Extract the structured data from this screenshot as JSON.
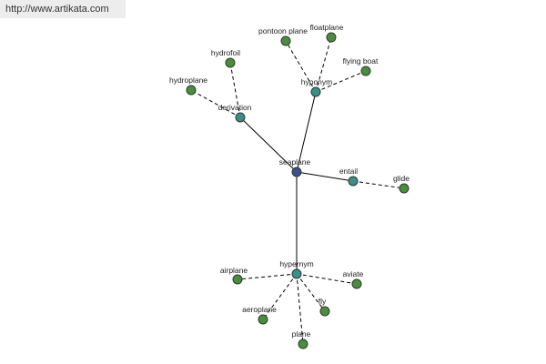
{
  "watermark": {
    "url_text": "http://www.artikata.com"
  },
  "colors": {
    "center_node": "#3d4f8f",
    "relation_node": "#3d8d8d",
    "leaf_node": "#4c8c3f",
    "edge": "#000000"
  },
  "graph": {
    "center": {
      "id": "seaplane",
      "label": "seaplane"
    },
    "relations": [
      {
        "id": "hyponym",
        "label": "hyponym"
      },
      {
        "id": "derivation",
        "label": "derivation"
      },
      {
        "id": "entail",
        "label": "entail"
      },
      {
        "id": "hypernym",
        "label": "hypernym"
      }
    ],
    "leaves": [
      {
        "id": "pontoon-plane",
        "label": "pontoon plane",
        "relation": "hyponym"
      },
      {
        "id": "floatplane",
        "label": "floatplane",
        "relation": "hyponym"
      },
      {
        "id": "flying-boat",
        "label": "flying boat",
        "relation": "hyponym"
      },
      {
        "id": "hydrofoil",
        "label": "hydrofoil",
        "relation": "derivation"
      },
      {
        "id": "hydroplane",
        "label": "hydroplane",
        "relation": "derivation"
      },
      {
        "id": "glide",
        "label": "glide",
        "relation": "entail"
      },
      {
        "id": "airplane",
        "label": "airplane",
        "relation": "hypernym"
      },
      {
        "id": "aviate",
        "label": "aviate",
        "relation": "hypernym"
      },
      {
        "id": "aeroplane",
        "label": "aeroplane",
        "relation": "hypernym"
      },
      {
        "id": "fly",
        "label": "fly",
        "relation": "hypernym"
      },
      {
        "id": "plane",
        "label": "plane",
        "relation": "hypernym"
      }
    ]
  }
}
